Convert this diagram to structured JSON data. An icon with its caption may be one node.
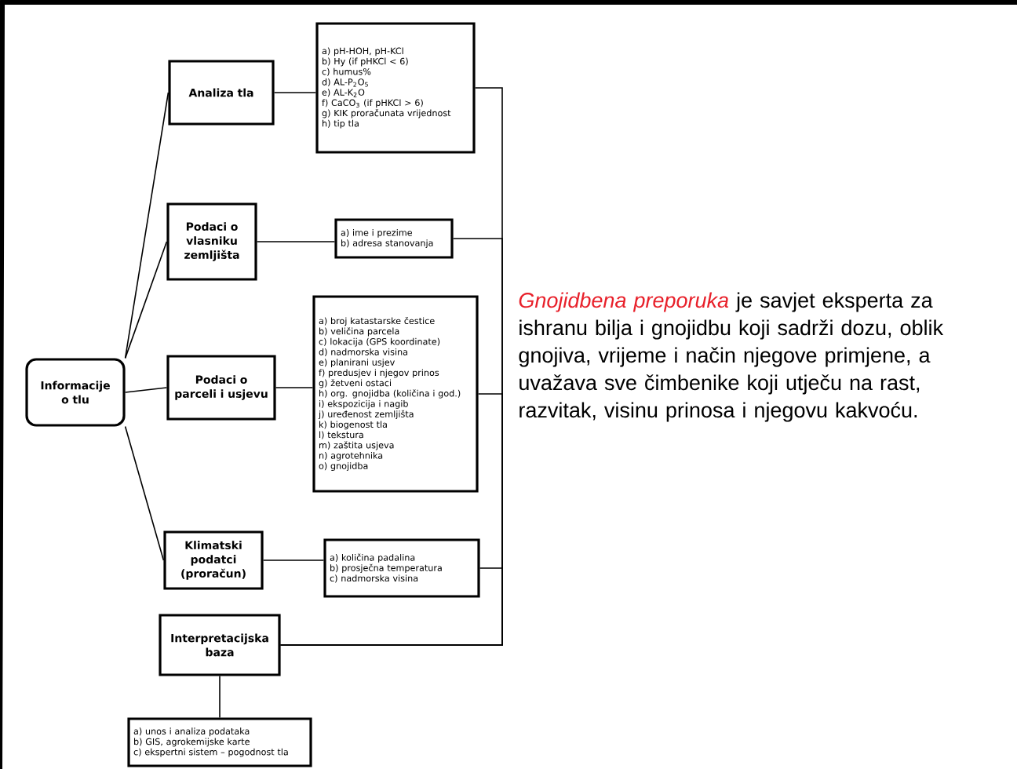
{
  "diagram": {
    "nodes": [
      {
        "text": [
          "Informacije o tlu"
        ]
      },
      {
        "text": [
          "Analiza tla"
        ]
      },
      {
        "text": [
          "a) pH-HOH, pH-KCl",
          "b) Hy (if pHKCl < 6)",
          "c) humus%",
          "d) AL-P$_{2}$O$_{5}$",
          "e) AL-K$_{2}$O",
          "f) CaCO$_{3}$ (if pHKCl > 6)",
          "g) KIK proračunata vrijednost",
          "h) tip tla"
        ]
      },
      {
        "text": [
          "Podaci o vlasniku zemljišta"
        ]
      },
      {
        "text": [
          "a) ime i prezime",
          "b) adresa stanovanja"
        ]
      },
      {
        "text": [
          "Podaci o parceli i usjevu"
        ]
      },
      {
        "text": [
          "a) broj katastarske čestice",
          "b) veličina parcela",
          "c) lokacija (GPS koordinate)",
          "d) nadmorska visina",
          "e) planirani usjev",
          "f) predusjev i njegov prinos",
          "g) žetveni ostaci",
          "h) org. gnojidba (količina i god.)",
          "i) ekspozicija i nagib",
          "j) uređenost zemljišta",
          "k) biogenost tla",
          "l) tekstura",
          "m) zaštita usjeva",
          "n) agrotehnika",
          "o) gnojidba"
        ]
      },
      {
        "text": [
          "Klimatski podatci (proračun)"
        ]
      },
      {
        "text": [
          "a) količina padalina",
          "b) prosječna temperatura",
          "c) nadmorska visina"
        ]
      },
      {
        "text": [
          "Interpretacijska baza"
        ]
      },
      {
        "text": [
          "a) unos i analiza podataka",
          "b) GIS, agrokemijske karte",
          "c) ekspertni sistem – pogodnost tla"
        ]
      }
    ],
    "edges": [
      {
        "from": 0,
        "to": 1,
        "arrow": "none"
      },
      {
        "from": 0,
        "to": 3,
        "arrow": "none"
      },
      {
        "from": 0,
        "to": 5,
        "arrow": "none"
      },
      {
        "from": 0,
        "to": 7,
        "arrow": "none"
      },
      {
        "from": 1,
        "to": 2,
        "arrow": "none"
      },
      {
        "from": 3,
        "to": 4,
        "arrow": "none"
      },
      {
        "from": 5,
        "to": 6,
        "arrow": "none"
      },
      {
        "from": 7,
        "to": 8,
        "arrow": "none"
      },
      {
        "from": 2,
        "to": 9,
        "arrow": "none"
      },
      {
        "from": 4,
        "to": 9,
        "arrow": "none"
      },
      {
        "from": 6,
        "to": 9,
        "arrow": "none"
      },
      {
        "from": 8,
        "to": 9,
        "arrow": "none"
      },
      {
        "from": 9,
        "to": 10,
        "arrow": "none"
      }
    ],
    "labels": [
      "*Gnojidbena preporuka* je savjet eksperta za ishranu bilja i gnojidbu koji sadrži dozu, oblik gnojiva, vrijeme i način njegove primjene, a uvažava sve čimbenike koji utječu na rast, razvitak, visinu prinosa i njegovu kakvoću."
    ]
  }
}
